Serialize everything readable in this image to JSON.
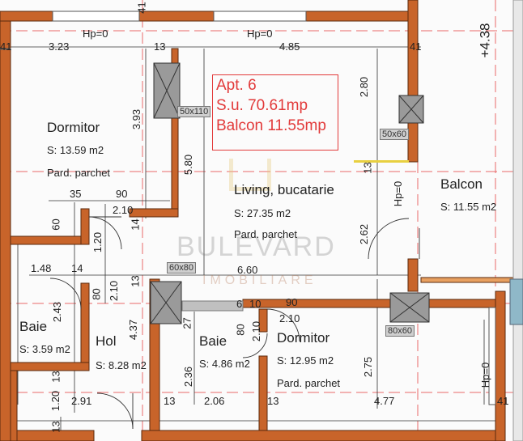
{
  "apartment": {
    "line1": "Apt. 6",
    "line2": "S.u. 70.61mp",
    "line3": "Balcon 11.55mp"
  },
  "watermark": {
    "brand": "BULEVARD",
    "sub": "IMOBILIARE"
  },
  "rooms": {
    "dormitor1": {
      "name": "Dormitor",
      "area": "S: 13.59 m2",
      "floor": "Pard. parchet"
    },
    "living": {
      "name": "Living, bucatarie",
      "area": "S: 27.35 m2",
      "floor": "Pard. parchet"
    },
    "balcon": {
      "name": "Balcon",
      "area": "S: 11.55 m2"
    },
    "baie1": {
      "name": "Baie",
      "area": "S: 3.59 m2"
    },
    "hol": {
      "name": "Hol",
      "area": "S: 8.28 m2"
    },
    "baie2": {
      "name": "Baie",
      "area": "S: 4.86 m2"
    },
    "dormitor2": {
      "name": "Dormitor",
      "area": "S: 12.95 m2",
      "floor": "Pard. parchet"
    }
  },
  "ducts": {
    "d1": "50x110",
    "d2": "50x60",
    "d3": "60x80",
    "d4": "80x60"
  },
  "level_mark": "+4.38",
  "dims": {
    "hp1": "Hp=0",
    "hp2": "Hp=0",
    "hp3": "Hp=0",
    "hp4": "Hp=0",
    "d323": "3.23",
    "d485": "4.85",
    "d41a": "41",
    "d41b": "41",
    "d41c": "41",
    "d41d": "41",
    "d13a": "13",
    "d13b": "13",
    "d13c": "13",
    "d13d": "13",
    "d13e": "13",
    "d13f": "13",
    "d393": "3.93",
    "d580": "5.80",
    "d280": "2.80",
    "d262": "2.62",
    "d35": "35",
    "d90a": "90",
    "d210a": "2.10",
    "d14a": "14",
    "d60": "60",
    "d120a": "1.20",
    "d148": "1.48",
    "d14b": "14",
    "d660": "6.60",
    "d80a": "80",
    "d210b": "2.10",
    "d243": "2.43",
    "d437": "4.37",
    "d27": "27",
    "d6": "6",
    "d10": "10",
    "d90b": "90",
    "d210c": "2.10",
    "d80b": "80",
    "d210d": "2.10",
    "d236": "2.36",
    "d275": "2.75",
    "d120b": "1.20",
    "d291": "2.91",
    "d206": "2.06",
    "d477": "4.77",
    "d13g": "13"
  }
}
